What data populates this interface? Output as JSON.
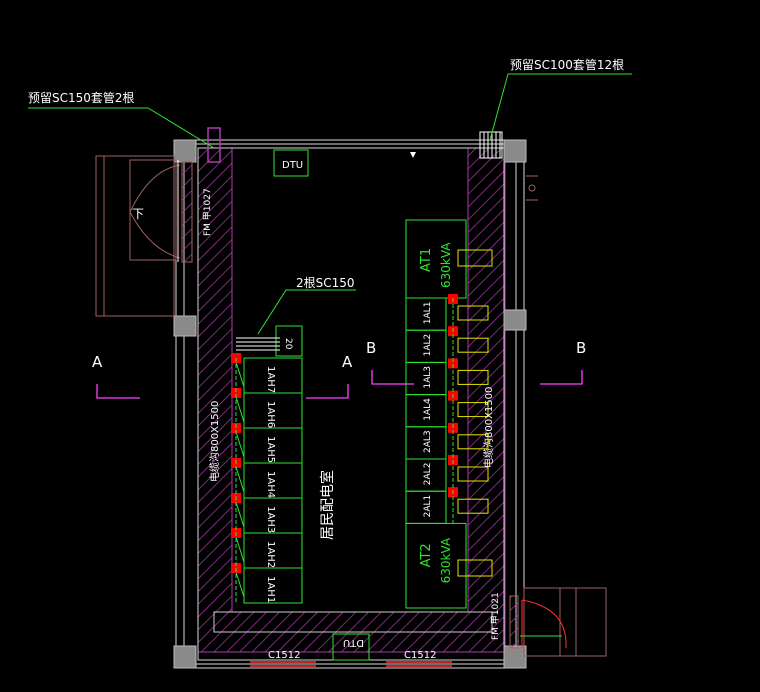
{
  "callouts": {
    "sc150_reserve": "预留SC150套管2根",
    "sc100_reserve": "预留SC100套管12根",
    "sc150_two": "2根SC150"
  },
  "section_marks": {
    "a_left": "A",
    "a_right": "A",
    "b_left": "B",
    "b_right": "B"
  },
  "room_name": "居民配电室",
  "labels": {
    "dtu_top": "DTU",
    "dtu_bottom": "DTU",
    "stair_down": "下",
    "door_top": "FM 甲1027",
    "door_bottom": "FM 甲1021",
    "trench_left": "电缆沟800X1500",
    "trench_right": "电缆沟800X1500",
    "window_left": "C1512",
    "window_right": "C1512",
    "small_cabinet": "20"
  },
  "left_cabinets": [
    "1AH7",
    "1AH6",
    "1AH5",
    "1AH4",
    "1AH3",
    "1AH2",
    "1AH1"
  ],
  "right_cabinets": [
    "1AL1",
    "1AL2",
    "1AL3",
    "1AL4",
    "2AL3",
    "2AL2",
    "2AL1"
  ],
  "transformers": {
    "at1": {
      "name": "AT1",
      "rating": "630kVA"
    },
    "at2": {
      "name": "AT2",
      "rating": "630kVA"
    }
  },
  "colors": {
    "wall": "#ffffff",
    "hatch": "#b03ab0",
    "equipment": "#2ee62e",
    "marker": "#ff0000",
    "door": "#a06060",
    "section": "#ff40ff",
    "leader": "#2ee62e"
  }
}
